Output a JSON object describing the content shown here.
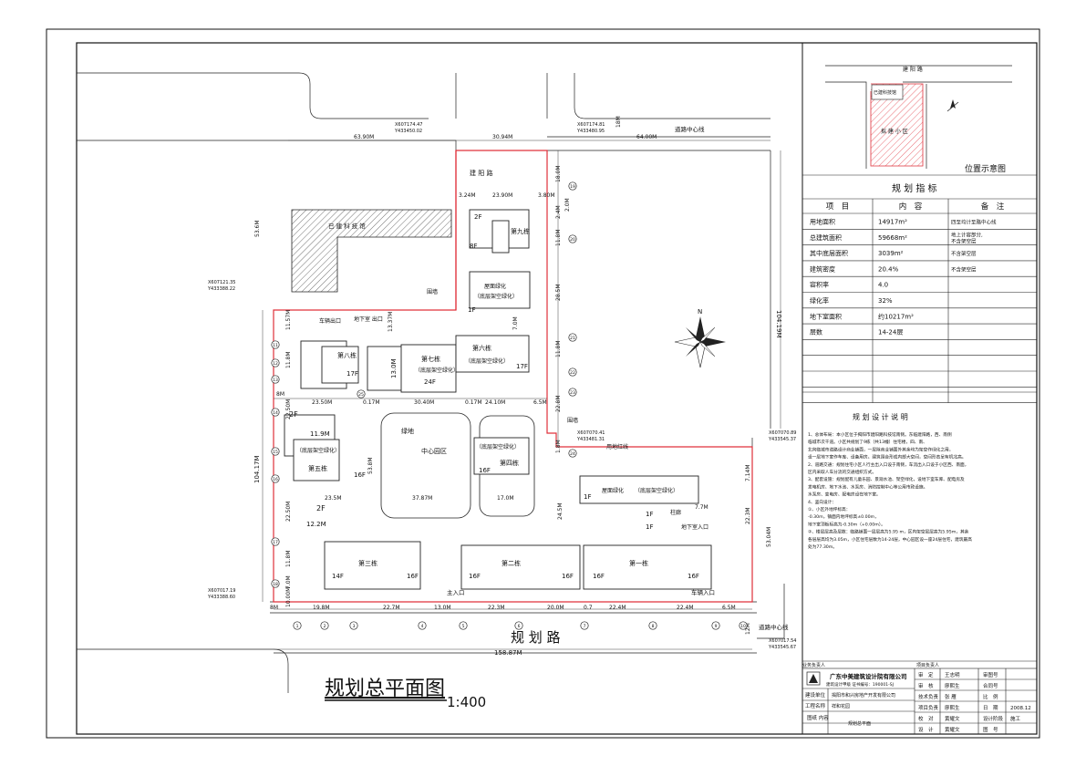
{
  "drawing": {
    "title": "规划总平面图",
    "scale": "1:400"
  },
  "roads": {
    "north": "建 阳 路",
    "south": "规 划 路",
    "centerline_top": "道路中心线",
    "centerline_bottom": "道路中心线"
  },
  "site": {
    "neighbor": "已 建 科 技 馆",
    "wall": "围墙",
    "redline": "用地红线",
    "garage_exit": "车辆出口",
    "underground_exit": "地下室\n出口",
    "main_entry": "主入口",
    "car_entry": "车辆入口",
    "underground_entry": "地下室入口",
    "column": "柱廊",
    "greenland": "绿地",
    "center_park": "中心园区"
  },
  "coords": [
    {
      "x": "X607174.47",
      "y": "Y433450.02"
    },
    {
      "x": "X607174.81",
      "y": "Y433480.95"
    },
    {
      "x": "X607121.35",
      "y": "Y433388.22"
    },
    {
      "x": "X607070.41",
      "y": "Y433481.31"
    },
    {
      "x": "X607070.89",
      "y": "Y433545.37"
    },
    {
      "x": "X607017.19",
      "y": "Y433388.60"
    },
    {
      "x": "X607017.54",
      "y": "Y433545.67"
    }
  ],
  "buildings": {
    "b9": "第九栋",
    "b8": "第八栋",
    "b7": "第七栋",
    "b6": "第六栋",
    "b5": "第五栋",
    "b4": "第四栋",
    "b3": "第三栋",
    "b2": "第二栋",
    "b1": "第一栋",
    "elevated": "（底层架空绿化）",
    "elevated_green": "屋面绿化",
    "elevated_green_b9": "（底层架空绿化）",
    "club_green": "屋面绿化",
    "club_elev": "（底层架空绿化）"
  },
  "floors": {
    "f2": "2F",
    "f8": "8F",
    "f1": "1F",
    "f17": "17F",
    "f24": "24F",
    "f16": "16F",
    "f14": "14F",
    "f13": "13.0M"
  },
  "dims": {
    "top_left": "63.90M",
    "top_mid": "30.94M",
    "top_right": "64.00M",
    "top_18": "18M",
    "n_324": "3.24M",
    "n_2390": "23.90M",
    "n_380": "3.80M",
    "r_18": "18.0M",
    "r_24": "2.4M",
    "r_20": "2.0M",
    "r_118": "11.8M",
    "r_285": "28.5M",
    "r_118b": "11.8M",
    "r_228": "22.8M",
    "r_18b": "1.8M",
    "far_right": "104.19M",
    "far_left": "104.17M",
    "left_536": "53.6M",
    "left_1157": "11.57M",
    "left_118": "11.8M",
    "left_8": "8M",
    "left_2250": "22.50M",
    "left_2250b": "22.50M",
    "left_118b": "11.8M",
    "left_70": "7.0M",
    "left_1000": "10.00M",
    "row_2350": "23.50M",
    "row_017": "0.17M",
    "row_3040": "30.40M",
    "row_017b": "0.17M",
    "row_2410": "24.10M",
    "row_65": "6.5M",
    "mid_119": "11.9M",
    "mid_235": "23.5M",
    "mid_122": "12.2M",
    "mid_5376": "53.8M",
    "mid_3787": "37.87M",
    "mid_170": "17.0M",
    "mid_245": "24.5M",
    "mid_1337": "13.37M",
    "mid_70": "7.0M",
    "mid_77": "7.7M",
    "mid_714": "7.14M",
    "mid_223": "22.3M",
    "r_5304": "53.04M",
    "bot_8": "8M",
    "bot_198": "19.8M",
    "bot_227": "22.7M",
    "bot_130": "13.0M",
    "bot_223": "22.3M",
    "bot_200": "20.0M",
    "bot_07": "0.7",
    "bot_224": "22.4M",
    "bot_224b": "22.4M",
    "bot_65": "6.5M",
    "total": "158.87M",
    "bot_12": "12M"
  },
  "axes": [
    "1",
    "2",
    "3",
    "4",
    "5",
    "6",
    "7",
    "8",
    "9",
    "10",
    "11",
    "12",
    "13",
    "14",
    "15",
    "16",
    "17",
    "18",
    "19",
    "20",
    "21",
    "22",
    "23",
    "24",
    "25"
  ],
  "location": {
    "road": "建 阳 路",
    "neighbor": "已建科技馆",
    "site": "拟 建 小 区",
    "title": "位置示意图"
  },
  "indicators": {
    "title": "规 划 指 标",
    "headers": [
      "项　目",
      "内　容",
      "备　注"
    ],
    "rows": [
      {
        "item": "用地面积",
        "value": "14917m²",
        "note": "四至均计至路中心线"
      },
      {
        "item": "总建筑面积",
        "value": "59668m²",
        "note": "地上计容部分,\n不含架空层"
      },
      {
        "item": "其中底层面积",
        "value": "3039m²",
        "note": "不含架空层"
      },
      {
        "item": "建筑密度",
        "value": "20.4%",
        "note": "不含架空层"
      },
      {
        "item": "容积率",
        "value": "4.0",
        "note": ""
      },
      {
        "item": "绿化率",
        "value": "32%",
        "note": ""
      },
      {
        "item": "地下室面积",
        "value": "约10217m²",
        "note": ""
      },
      {
        "item": "层数",
        "value": "14-24层",
        "note": ""
      }
    ]
  },
  "notes": {
    "title": "规 划 设 计 说 明",
    "lines": [
      "1、总体布局：本小区位于揭阳市建阳路科技馆南侧。东临建阳路，西、南侧",
      "   临城市次干道。小区共规划了9栋（共13幢）住宅楼，四、南、",
      "   北向临城市道路设计商业铺面，一层除商业铺面外其余均为架空作绿化之用，",
      "   设一层地下室作车库、设备用房。建筑围合形成内部大空间，空间形态呈有机北高。",
      "2、道路交通：规划住宅小区人行主出入口设于南侧，车流出入口设于小区西、南面，",
      "   区内采取人车分流的交通组织方式。",
      "3、配套设施：规划配有儿童乐园、景观水池、架空绿化，设地下室车库、配电房及",
      "   发电机房、地下水池、水泵房、消防控制中心等公用市政设施。",
      "   水泵房、变电房、配电房设在地下室。",
      "4、竖向设计：",
      "   ①、小区外地坪标高：",
      "-0.30m，镇面内地坪标高±0.00m，",
      "地下室顶板标高为-0.30m（+0.00m）。",
      "   ②、楼层层高及层数：临路铺面一层层高为5.95 m，区内架空层层高为5.95m，其余",
      "各层层高均为3.05m，小区住宅层数为14-24层，中心园区设一座24层住宅，建筑最高",
      "处为77.30m。"
    ]
  },
  "titleblock": {
    "owner_label": "业务负责人",
    "project_owner_label": "项目负责人",
    "company": "广东中美建筑设计院有限公司",
    "cert": "建筑设计甲级 证书编号：190001-SJ",
    "client_label": "建设单位",
    "client": "揭阳市和兴房地产开发有限公司",
    "project_label": "工程名称",
    "project": "祥和花园",
    "drawing_label": "图纸\n内容",
    "drawing": "规划总平面",
    "roles": [
      {
        "role": "审　定",
        "name": "王志明"
      },
      {
        "role": "审　核",
        "name": "廖熙生"
      },
      {
        "role": "技术负责",
        "name": "张 雁"
      },
      {
        "role": "项目负责",
        "name": "廖熙生"
      },
      {
        "role": "校　对",
        "name": "黄耀文"
      },
      {
        "role": "设　计",
        "name": "黄耀文"
      }
    ],
    "right": [
      {
        "label": "审图号",
        "value": ""
      },
      {
        "label": "合同号",
        "value": ""
      },
      {
        "label": "比　例",
        "value": ""
      },
      {
        "label": "日　期",
        "value": "2008.12"
      },
      {
        "label": "设计阶段",
        "value": "施工"
      },
      {
        "label": "图　号",
        "value": ""
      }
    ]
  }
}
